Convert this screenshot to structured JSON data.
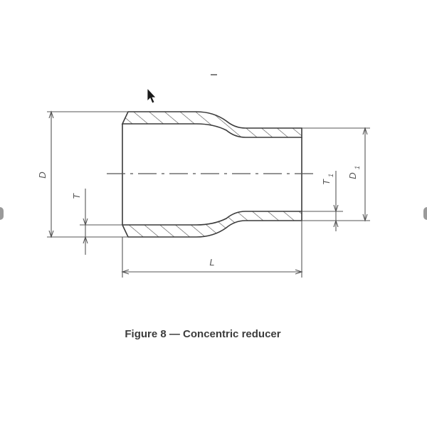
{
  "figure": {
    "caption": "Figure 8 — Concentric reducer",
    "labels": {
      "large_diameter": "D",
      "small_diameter": "D",
      "small_diameter_subscript": "1",
      "large_wall_thickness": "T",
      "small_wall_thickness": "T",
      "small_wall_thickness_subscript": "1",
      "length": "L"
    }
  },
  "colors": {
    "line": "#3a3a3a",
    "hatch": "#4a4a4a",
    "dimension": "#555555",
    "caption": "#3c3c3c"
  },
  "icons": {
    "cursor": "mouse-pointer-icon",
    "prev": "previous-slide-icon",
    "next": "next-slide-icon"
  }
}
